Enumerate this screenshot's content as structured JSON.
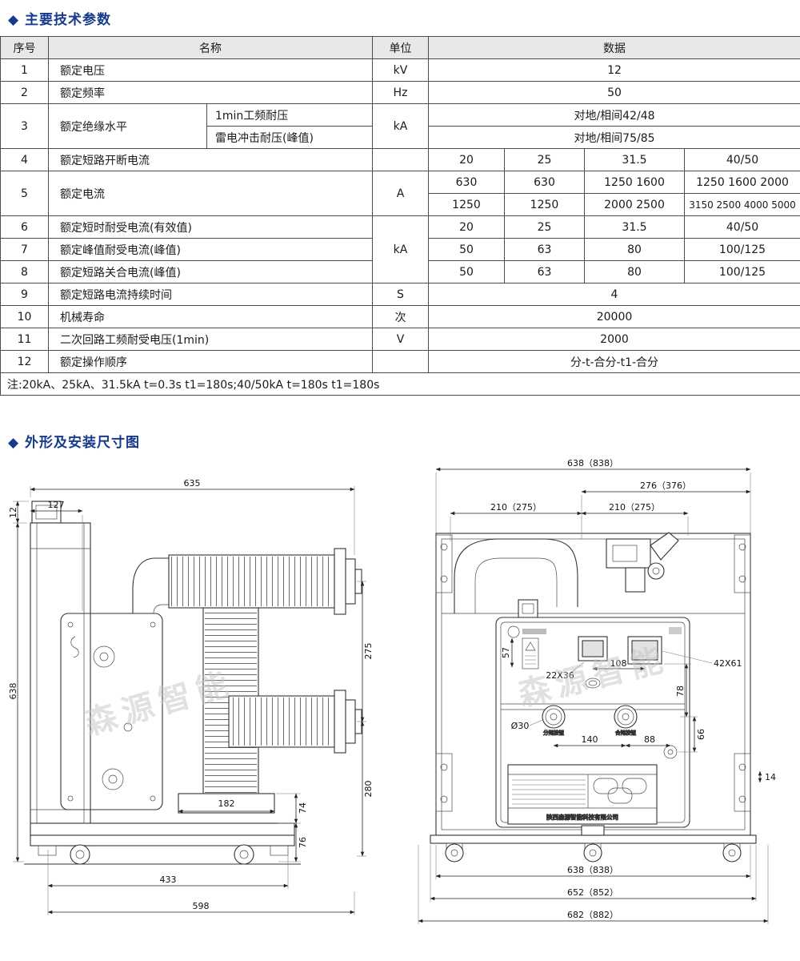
{
  "sections": {
    "params_title": "◆ 主要技术参数",
    "dimensions_title": "◆ 外形及安装尺寸图"
  },
  "table": {
    "header": {
      "no": "序号",
      "name": "名称",
      "unit": "单位",
      "data": "数据"
    },
    "rows": {
      "r1": {
        "no": "1",
        "name": "额定电压",
        "unit": "kV",
        "data": "12"
      },
      "r2": {
        "no": "2",
        "name": "额定频率",
        "unit": "Hz",
        "data": "50"
      },
      "r3": {
        "no": "3",
        "name": "额定绝缘水平",
        "sub1": "1min工频耐压",
        "sub2": "雷电冲击耐压(峰值)",
        "unit": "kA",
        "data1": "对地/相间42/48",
        "data2": "对地/相间75/85"
      },
      "r4": {
        "no": "4",
        "name": "额定短路开断电流",
        "d": [
          "20",
          "25",
          "31.5",
          "40/50"
        ]
      },
      "r5": {
        "no": "5",
        "name": "额定电流",
        "unit": "A",
        "row1": [
          "630",
          "630",
          "1250 1600",
          "1250 1600 2000"
        ],
        "row2": [
          "1250",
          "1250",
          "2000 2500",
          "3150 2500 4000 5000"
        ]
      },
      "r6": {
        "no": "6",
        "name": "额定短时耐受电流(有效值)",
        "unit": "kA",
        "d": [
          "20",
          "25",
          "31.5",
          "40/50"
        ]
      },
      "r7": {
        "no": "7",
        "name": "额定峰值耐受电流(峰值)",
        "d": [
          "50",
          "63",
          "80",
          "100/125"
        ]
      },
      "r8": {
        "no": "8",
        "name": "额定短路关合电流(峰值)",
        "d": [
          "50",
          "63",
          "80",
          "100/125"
        ]
      },
      "r9": {
        "no": "9",
        "name": "额定短路电流持续时间",
        "unit": "S",
        "data": "4"
      },
      "r10": {
        "no": "10",
        "name": "机械寿命",
        "unit": "次",
        "data": "20000"
      },
      "r11": {
        "no": "11",
        "name": "二次回路工频耐受电压(1min)",
        "unit": "V",
        "data": "2000"
      },
      "r12": {
        "no": "12",
        "name": "额定操作顺序",
        "data": "分-t-合分-t1-合分"
      }
    },
    "note": "注:20kA、25kA、31.5kA t=0.3s t1=180s;40/50kA t=180s t1=180s"
  },
  "drawings": {
    "watermark": "森源智能",
    "left": {
      "d635": "635",
      "d127": "127",
      "d12": "12",
      "d638": "638",
      "d275": "275",
      "d280": "280",
      "d182": "182",
      "d74": "74",
      "d76": "76",
      "d433": "433",
      "d598": "598"
    },
    "right": {
      "d_top": "638（838）",
      "d276": "276（376）",
      "d210l": "210（275）",
      "d210r": "210（275）",
      "d57": "57",
      "d108": "108",
      "d22x36": "22X36",
      "d42x61": "42X61",
      "dphi30": "Ø30",
      "d78": "78",
      "d140": "140",
      "d88": "88",
      "d66": "66",
      "d14": "14",
      "btn_open": "分闸按钮",
      "btn_close": "合闸按钮",
      "company": "陕西森源智能科技有限公司",
      "d_b1": "638（838）",
      "d_b2": "652（852）",
      "d_b3": "682（882）"
    }
  }
}
